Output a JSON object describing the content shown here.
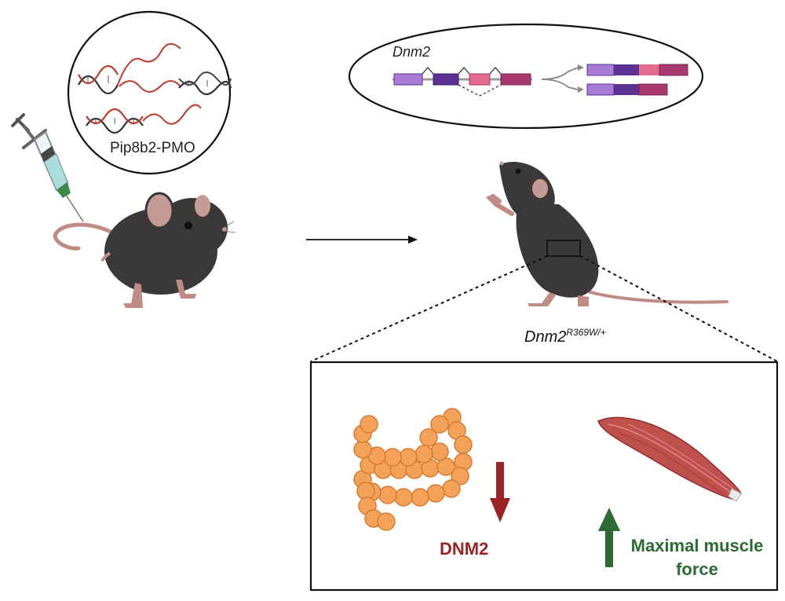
{
  "pmo": {
    "label": "Pip8b2-PMO"
  },
  "gene": {
    "label": "Dnm2"
  },
  "mouse": {
    "genotype_base": "Dnm2",
    "genotype_sup": "R369W/+"
  },
  "outcomes": {
    "dnm2": {
      "label": "DNM2",
      "direction": "down",
      "color": "#9b2323"
    },
    "force": {
      "label": "Maximal muscle force",
      "direction": "up",
      "color": "#2e6b34"
    }
  },
  "exon_colors": {
    "light_purple": "#a77ad6",
    "dark_purple": "#5b3192",
    "pink": "#e26b8e",
    "magenta": "#a8386f"
  }
}
